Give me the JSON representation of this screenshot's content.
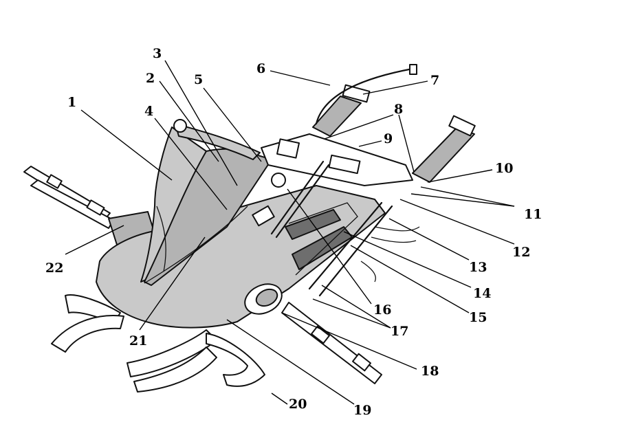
{
  "callouts": [
    {
      "id": "1",
      "text": "1"
    },
    {
      "id": "2",
      "text": "2"
    },
    {
      "id": "3",
      "text": "3"
    },
    {
      "id": "4",
      "text": "4"
    },
    {
      "id": "5",
      "text": "5"
    },
    {
      "id": "6",
      "text": "6"
    },
    {
      "id": "7",
      "text": "7"
    },
    {
      "id": "8",
      "text": "8"
    },
    {
      "id": "9",
      "text": "9"
    },
    {
      "id": "10",
      "text": "10"
    },
    {
      "id": "11",
      "text": "11"
    },
    {
      "id": "12",
      "text": "12"
    },
    {
      "id": "13",
      "text": "13"
    },
    {
      "id": "14",
      "text": "14"
    },
    {
      "id": "15",
      "text": "15"
    },
    {
      "id": "16",
      "text": "16"
    },
    {
      "id": "17",
      "text": "17"
    },
    {
      "id": "18",
      "text": "18"
    },
    {
      "id": "19",
      "text": "19"
    },
    {
      "id": "20",
      "text": "20"
    },
    {
      "id": "21",
      "text": "21"
    },
    {
      "id": "22",
      "text": "22"
    }
  ]
}
